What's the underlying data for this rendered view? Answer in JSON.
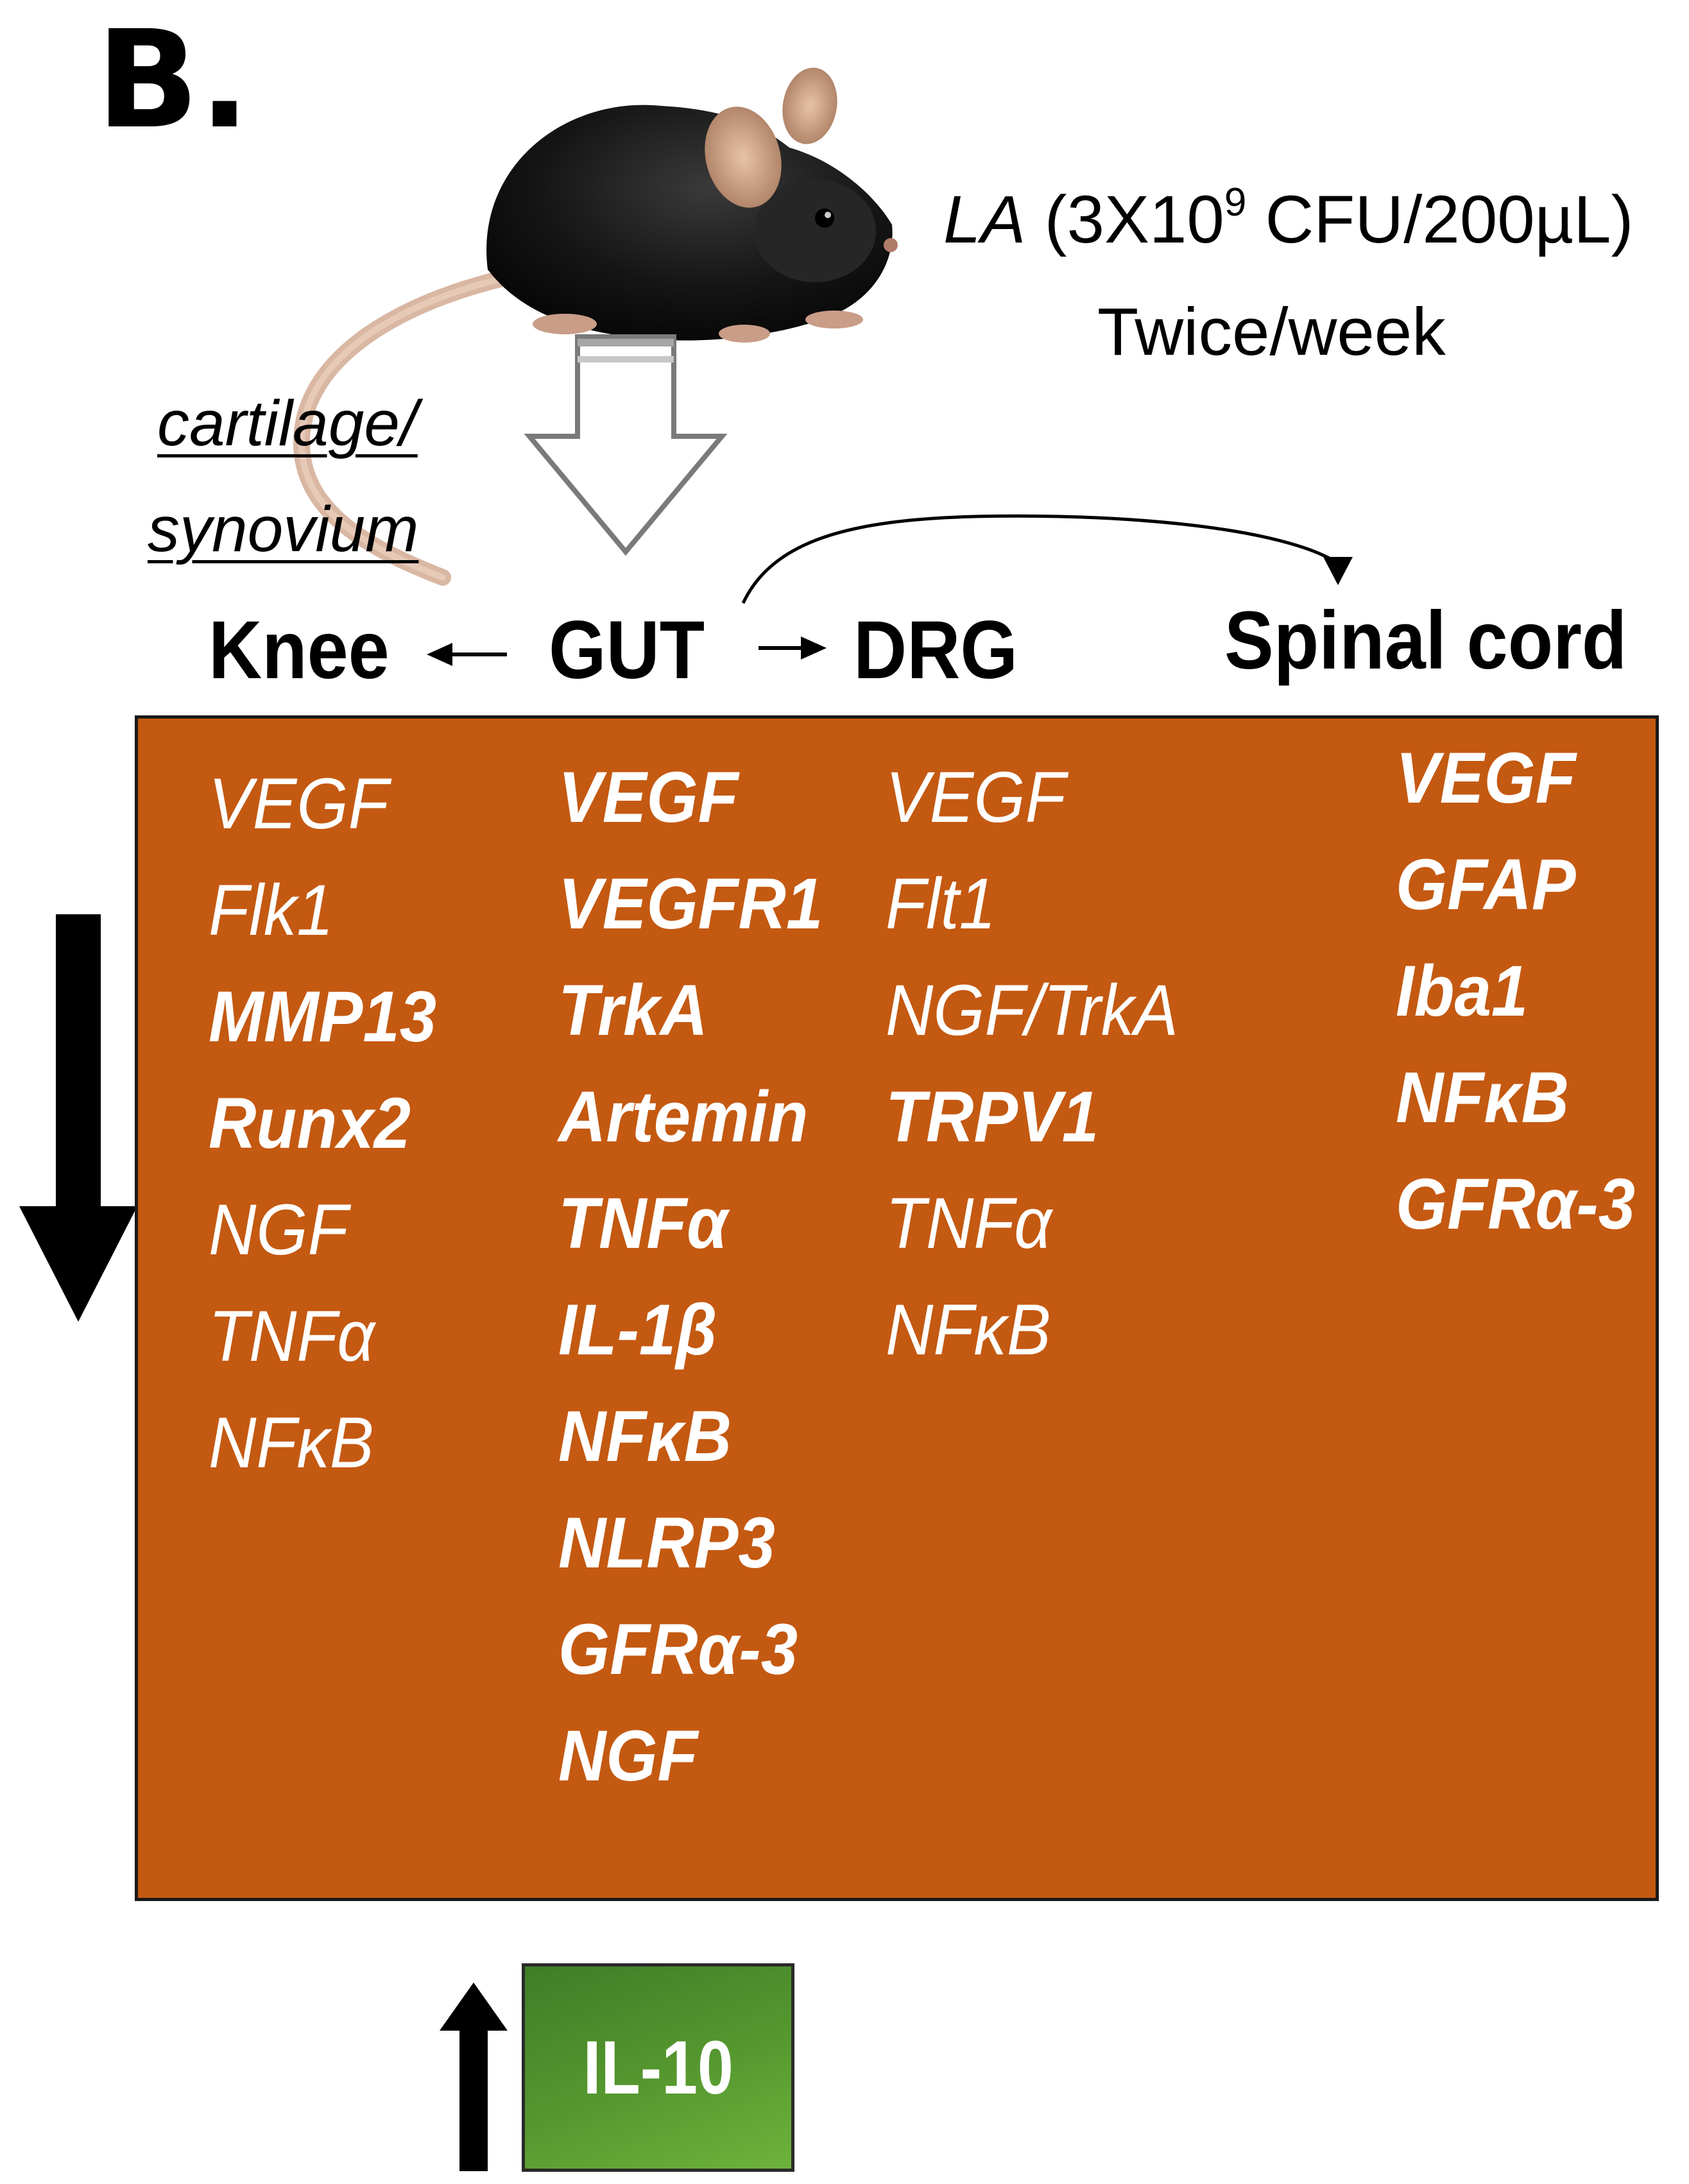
{
  "panel_label": "B.",
  "treatment": {
    "agent": "LA",
    "dose_prefix": " (3X10",
    "dose_exponent": "9",
    "dose_suffix": " CFU/200µL)",
    "frequency": "Twice/week"
  },
  "knee_tissue_label_1": "cartilage/",
  "knee_tissue_label_2": "synovium",
  "sites": {
    "knee": "Knee",
    "gut": "GUT",
    "drg": "DRG",
    "spinal_cord": "Spinal cord"
  },
  "decreased_markers": {
    "knee": [
      {
        "text": "VEGF",
        "bold": false
      },
      {
        "text": "Flk1",
        "bold": false
      },
      {
        "text": "MMP13",
        "bold": true
      },
      {
        "text": "Runx2",
        "bold": true
      },
      {
        "text": "NGF",
        "bold": false
      },
      {
        "text": "TNFα",
        "bold": false
      },
      {
        "text": "NFκB",
        "bold": false
      }
    ],
    "gut": [
      {
        "text": "VEGF",
        "bold": true
      },
      {
        "text": "VEGFR1",
        "bold": true
      },
      {
        "text": "TrkA",
        "bold": true
      },
      {
        "text": "Artemin",
        "bold": true
      },
      {
        "text": "TNFα",
        "bold": true
      },
      {
        "text": "IL-1β",
        "bold": true
      },
      {
        "text": "NFκB",
        "bold": true
      },
      {
        "text": "NLRP3",
        "bold": true
      },
      {
        "text": "GFRα-3",
        "bold": true
      },
      {
        "text": "NGF",
        "bold": true
      }
    ],
    "drg": [
      {
        "text": "VEGF",
        "bold": false
      },
      {
        "text": "Flt1",
        "bold": false
      },
      {
        "text": "NGF/TrkA",
        "bold": false
      },
      {
        "text": "TRPV1",
        "bold": true
      },
      {
        "text": "TNFα",
        "bold": false
      },
      {
        "text": "NFκB",
        "bold": false
      }
    ],
    "spinal_cord": [
      {
        "text": "VEGF",
        "bold": true
      },
      {
        "text": "GFAP",
        "bold": true
      },
      {
        "text": "Iba1",
        "bold": true
      },
      {
        "text": "NFκB",
        "bold": true
      },
      {
        "text": "GFRα-3",
        "bold": true
      }
    ]
  },
  "increased_marker": "IL-10",
  "colors": {
    "marker_box": "#c45911",
    "marker_text": "#ffffff",
    "il10_box": "#56982f",
    "arrows": "#000000"
  },
  "icons": [
    "mouse-illustration",
    "hollow-down-arrow",
    "decrease-arrow-icon",
    "increase-arrow-icon"
  ]
}
